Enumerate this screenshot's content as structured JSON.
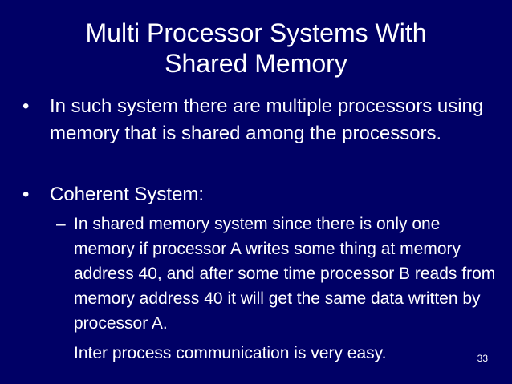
{
  "slide": {
    "title_line_1": "Multi Processor Systems With",
    "title_line_2": "Shared Memory",
    "bullet_mark": "•",
    "sub_bullet_mark": "–",
    "bullet_1": "In such system there are multiple processors using memory that is shared among the processors.",
    "bullet_2": "Coherent System:",
    "sub_bullet_1": "In shared memory system since there is only one memory if processor A writes some thing at memory address 40, and after some time processor B reads from memory address 40 it will get the same data written by processor A.",
    "extra_line": "Inter process communication is very easy.",
    "slide_number": "33"
  },
  "colors": {
    "background": "#000066",
    "text": "#ffffff"
  }
}
